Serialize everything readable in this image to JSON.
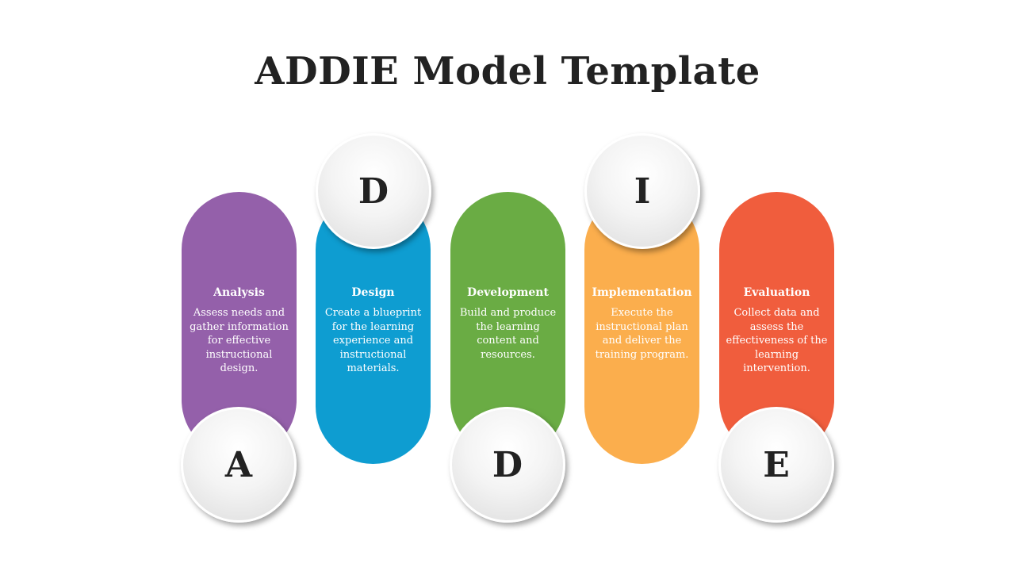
{
  "title": "ADDIE Model Template",
  "colors": {
    "analysis": "#9460AA",
    "design": "#0E9DD1",
    "development": "#6AAC44",
    "implementation": "#FBAE4D",
    "evaluation": "#F05D3D"
  },
  "steps": [
    {
      "letter": "A",
      "title": "Analysis",
      "description": "Assess needs and gather information for effective instructional design."
    },
    {
      "letter": "D",
      "title": "Design",
      "description": "Create a blueprint for the learning experience and instructional materials."
    },
    {
      "letter": "D",
      "title": "Development",
      "description": "Build and produce the learning content and resources."
    },
    {
      "letter": "I",
      "title": "Implementation",
      "description": "Execute the instructional plan and deliver the training program."
    },
    {
      "letter": "E",
      "title": "Evaluation",
      "description": "Collect data and assess the effectiveness of the learning intervention."
    }
  ]
}
